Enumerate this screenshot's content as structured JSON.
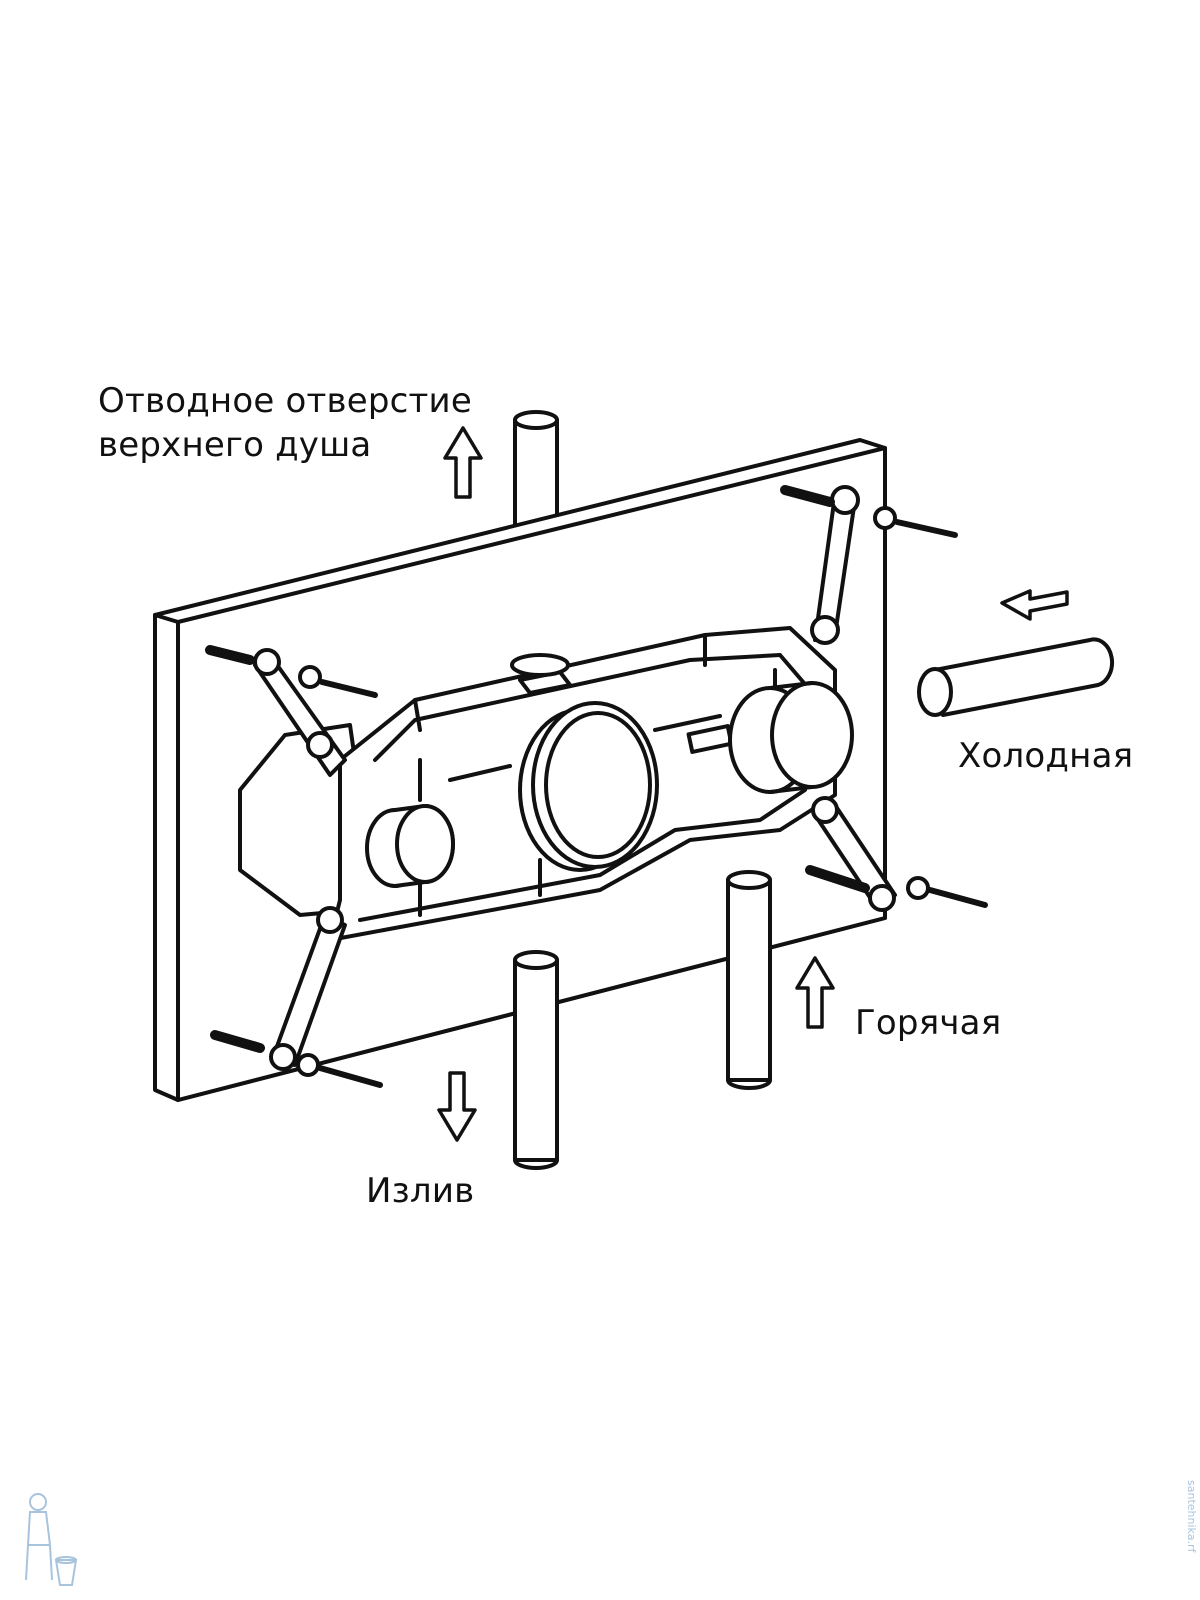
{
  "labels": {
    "top_outlet_line1": "Отводное отверстие",
    "top_outlet_line2": "верхнего душа",
    "cold": "Холодная",
    "hot": "Горячая",
    "spout": "Излив"
  },
  "watermark": "santehnika.rf",
  "colors": {
    "line": "#111111",
    "fill": "#ffffff",
    "watermark": "#a8c4dc"
  }
}
